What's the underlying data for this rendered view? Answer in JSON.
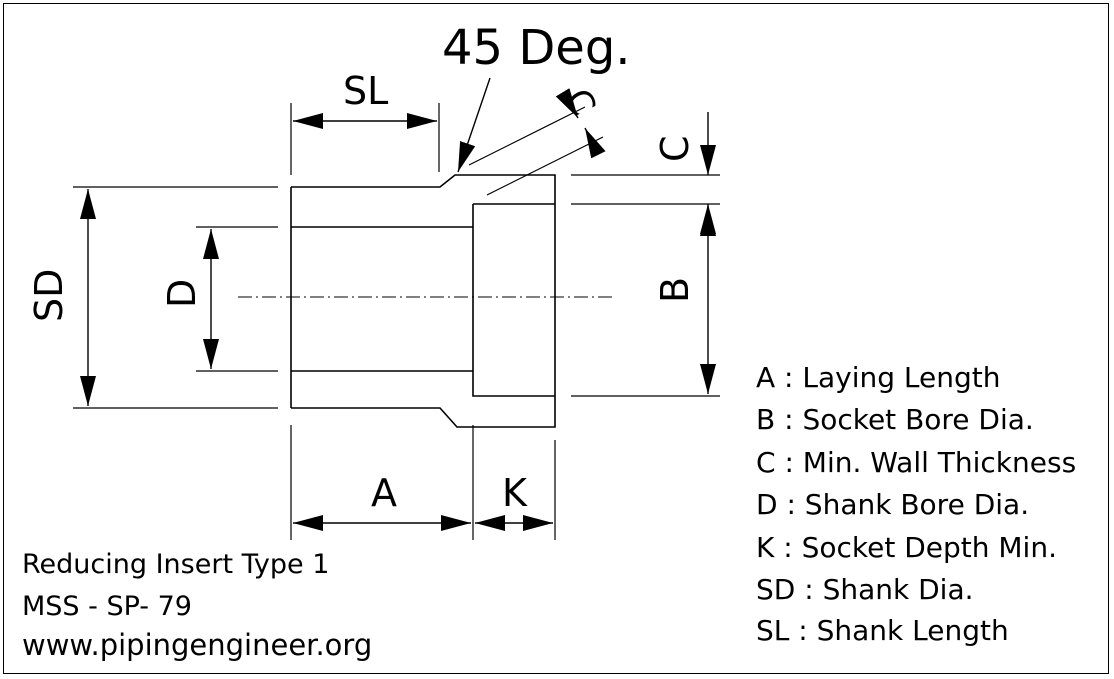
{
  "labels": {
    "angle": "45 Deg.",
    "sl": "SL",
    "sd": "SD",
    "d": "D",
    "a": "A",
    "k": "K",
    "c_top": "C",
    "c_angled": "C",
    "b": "B"
  },
  "legend": [
    "A : Laying Length",
    "B : Socket Bore Dia.",
    "C : Min. Wall Thickness",
    "D : Shank Bore Dia.",
    "K : Socket Depth Min.",
    "SD : Shank Dia.",
    "SL : Shank Length"
  ],
  "info": {
    "title": "Reducing Insert Type 1",
    "standard": "MSS - SP- 79",
    "website": "www.pipingengineer.org"
  }
}
